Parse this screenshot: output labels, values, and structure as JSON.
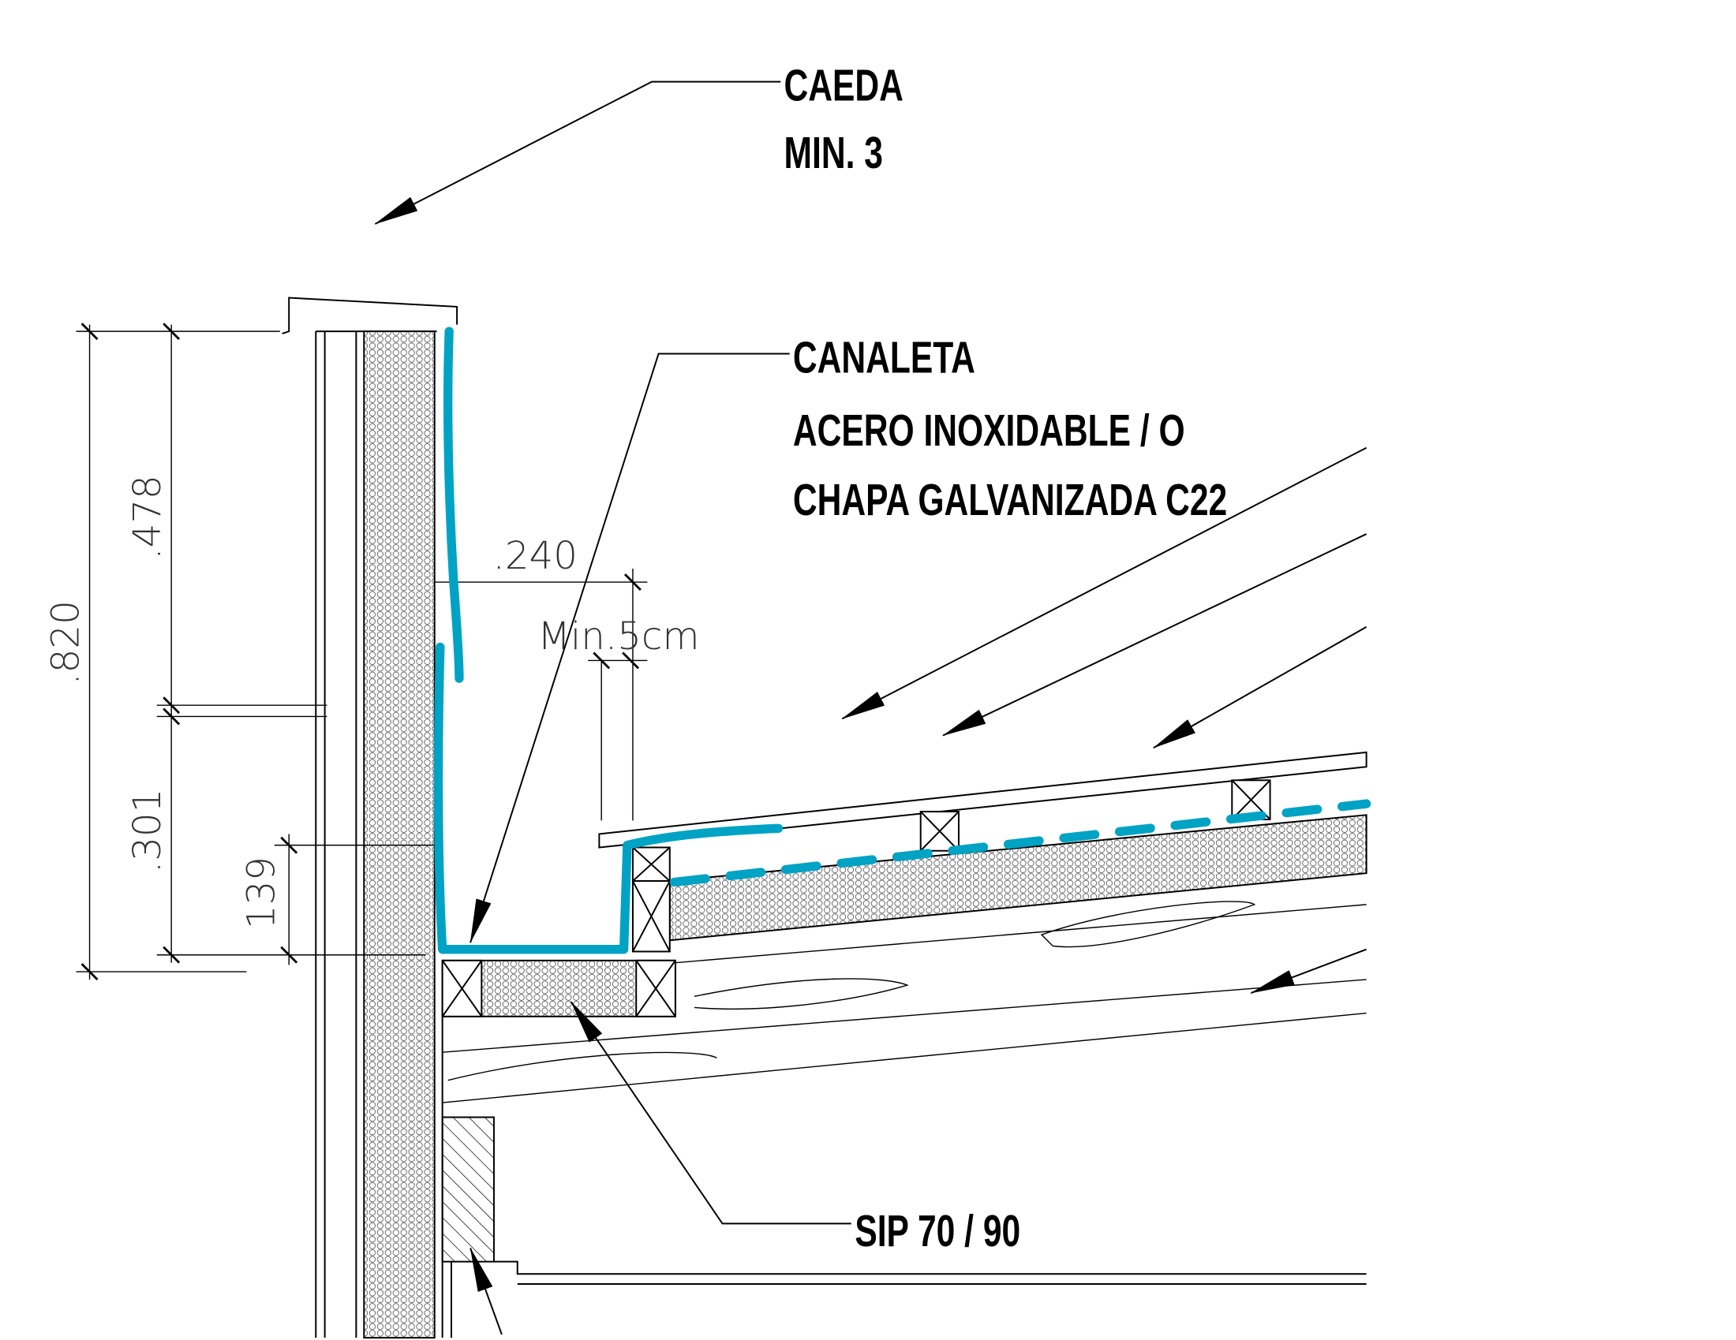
{
  "labels": {
    "caeda_line1": "CAEDA",
    "caeda_line2": "MIN. 3",
    "canaleta_line1": "CANALETA",
    "canaleta_line2": "ACERO INOXIDABLE / O",
    "canaleta_line3": "CHAPA GALVANIZADA C22",
    "sip": "SIP 70 / 90"
  },
  "dimensions": {
    "total_height": ".820",
    "upper_height": ".478",
    "lower_height": ".301",
    "gutter_depth": "139",
    "gutter_width": ".240",
    "min_clearance": "Min.5cm"
  },
  "colors": {
    "membrane": "#00a3c4",
    "lines": "#000000"
  }
}
